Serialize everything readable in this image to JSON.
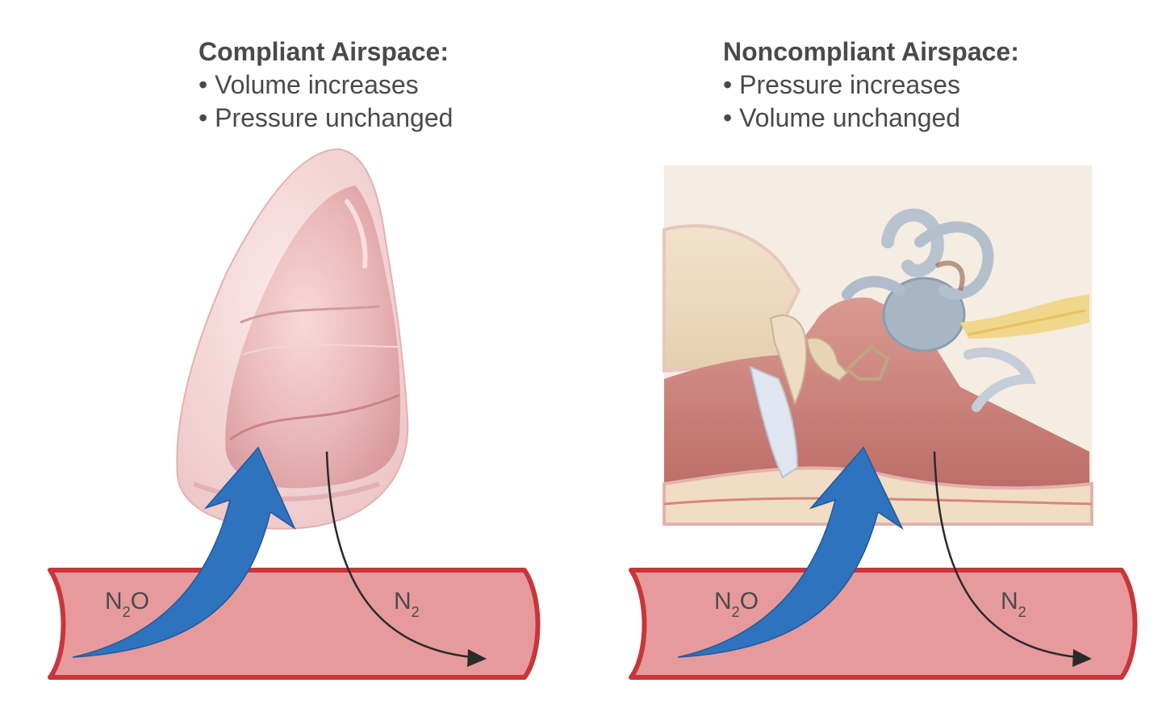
{
  "left_panel": {
    "title": "Compliant Airspace:",
    "bullets": [
      "Volume increases",
      "Pressure unchanged"
    ],
    "illustration": "lung",
    "gas_in": {
      "main": "N",
      "sub": "2",
      "tail": "O"
    },
    "gas_out": {
      "main": "N",
      "sub": "2"
    }
  },
  "right_panel": {
    "title": "Noncompliant Airspace:",
    "bullets": [
      "Pressure increases",
      "Volume unchanged"
    ],
    "illustration": "middle-ear",
    "gas_in": {
      "main": "N",
      "sub": "2",
      "tail": "O"
    },
    "gas_out": {
      "main": "N",
      "sub": "2"
    }
  },
  "colors": {
    "vessel_fill": "#e79a9c",
    "vessel_stroke": "#c8363c",
    "arrow_blue": "#2f72bd",
    "lung_pink": "#f0c2c3",
    "text": "#4a4a4a"
  }
}
